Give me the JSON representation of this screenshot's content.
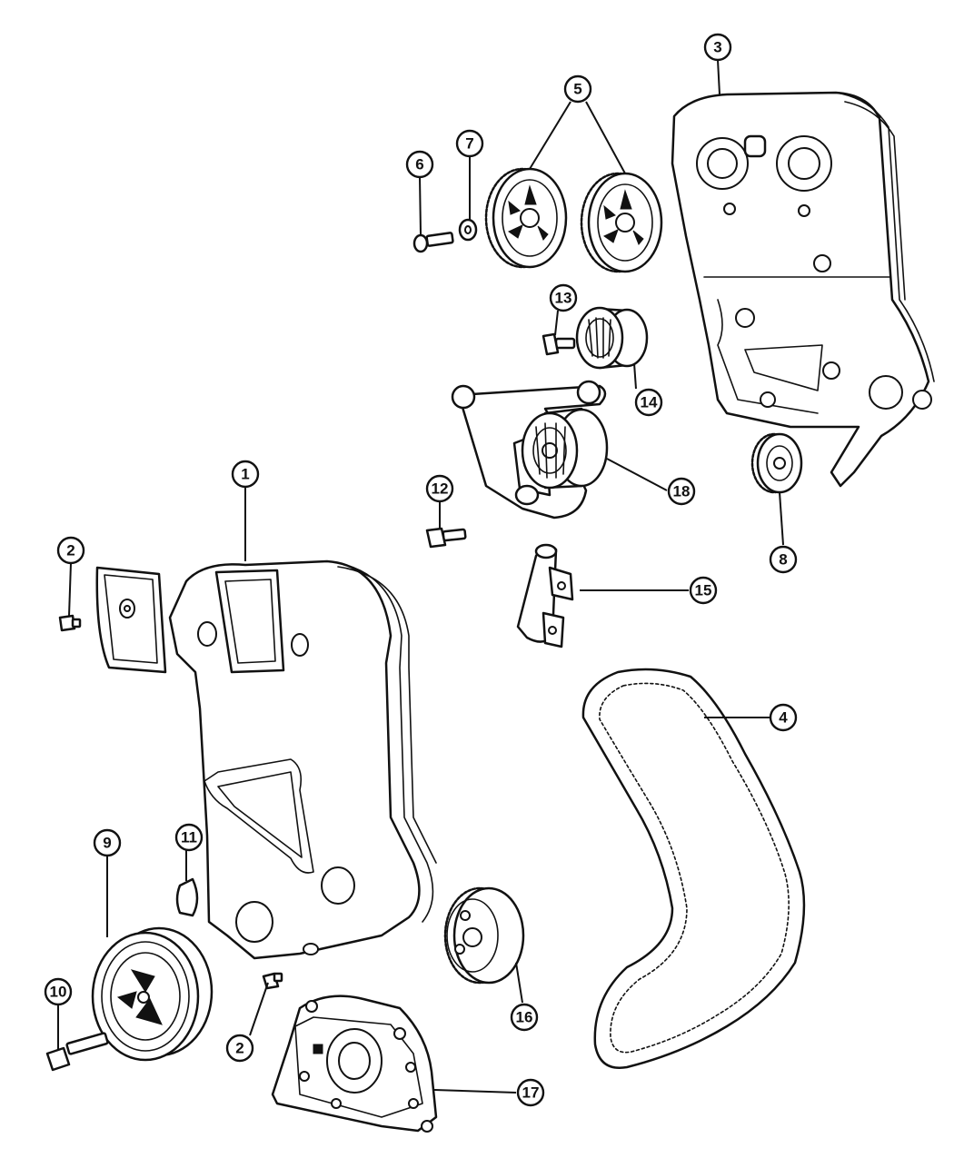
{
  "callouts": {
    "c1": "1",
    "c2a": "2",
    "c2b": "2",
    "c3": "3",
    "c4": "4",
    "c5": "5",
    "c6": "6",
    "c7": "7",
    "c8": "8",
    "c9": "9",
    "c10": "10",
    "c11": "11",
    "c12": "12",
    "c13": "13",
    "c14": "14",
    "c15": "15",
    "c16": "16",
    "c17": "17",
    "c18": "18"
  },
  "colors": {
    "line": "#111111",
    "background": "#ffffff"
  }
}
